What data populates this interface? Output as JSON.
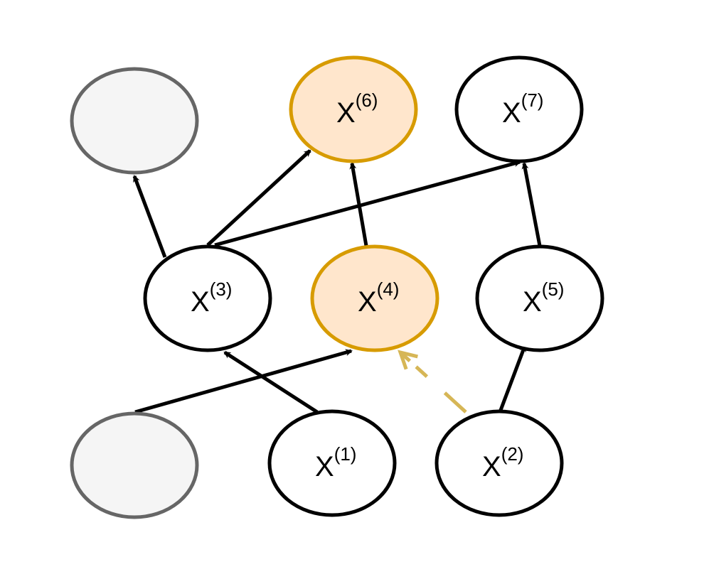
{
  "colors": {
    "default_fill": "#ffffff",
    "default_stroke": "#000000",
    "highlight_fill": "#ffe6cc",
    "highlight_stroke": "#d79b00",
    "empty_fill": "#f5f5f5",
    "empty_stroke": "#666666",
    "dashed_edge": "#d6b656"
  },
  "nodes": [
    {
      "id": "n1",
      "base": "X",
      "sup": "(1)",
      "style": "default"
    },
    {
      "id": "n2",
      "base": "X",
      "sup": "(2)",
      "style": "default"
    },
    {
      "id": "n3",
      "base": "X",
      "sup": "(3)",
      "style": "default"
    },
    {
      "id": "n4",
      "base": "X",
      "sup": "(4)",
      "style": "highlight"
    },
    {
      "id": "n5",
      "base": "X",
      "sup": "(5)",
      "style": "default"
    },
    {
      "id": "n6",
      "base": "X",
      "sup": "(6)",
      "style": "highlight"
    },
    {
      "id": "n7",
      "base": "X",
      "sup": "(7)",
      "style": "default"
    },
    {
      "id": "e1",
      "base": "",
      "sup": "",
      "style": "empty"
    },
    {
      "id": "e2",
      "base": "",
      "sup": "",
      "style": "empty"
    }
  ],
  "edges": [
    {
      "from": "n1",
      "to": "n3",
      "style": "solid"
    },
    {
      "from": "e2",
      "to": "n4",
      "style": "solid"
    },
    {
      "from": "n2",
      "to": "n5",
      "style": "solid"
    },
    {
      "from": "n2",
      "to": "n4",
      "style": "dashed"
    },
    {
      "from": "n3",
      "to": "e1",
      "style": "solid"
    },
    {
      "from": "n3",
      "to": "n6",
      "style": "solid"
    },
    {
      "from": "n3",
      "to": "n7",
      "style": "solid"
    },
    {
      "from": "n4",
      "to": "n6",
      "style": "solid"
    },
    {
      "from": "n5",
      "to": "n7",
      "style": "solid"
    }
  ]
}
